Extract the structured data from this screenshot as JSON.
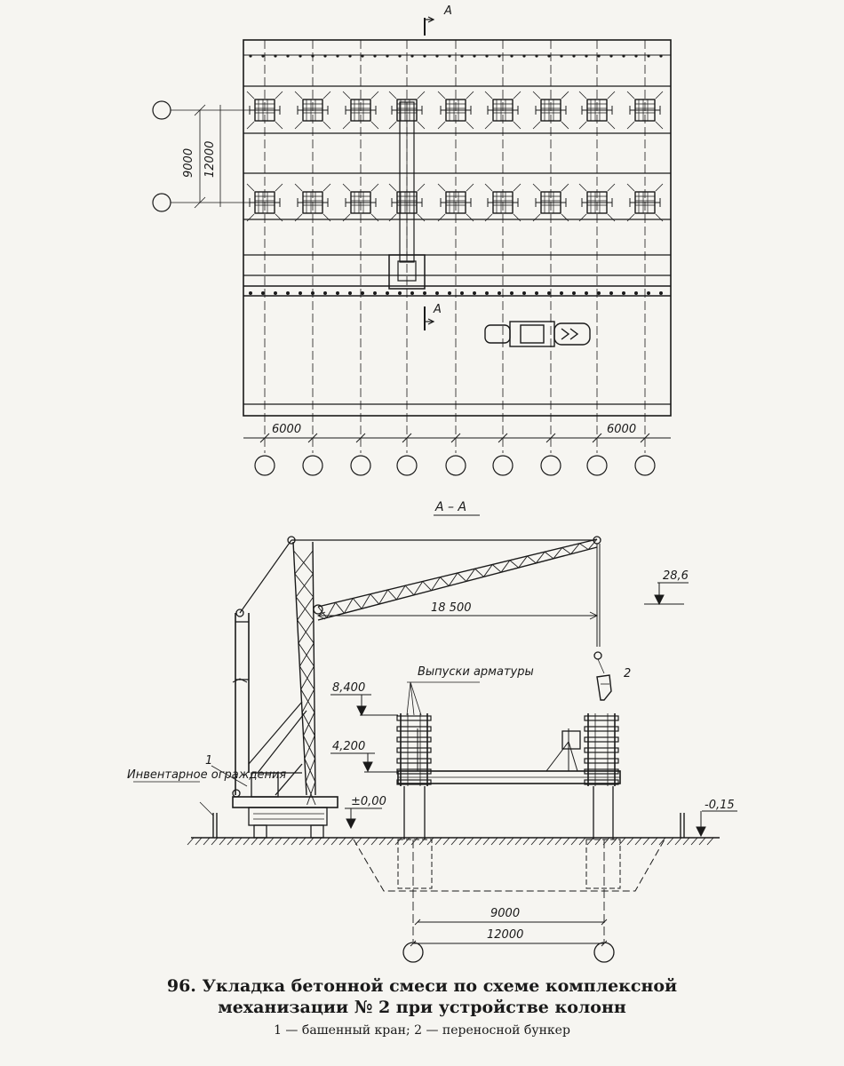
{
  "plan": {
    "section_mark": "А",
    "dim_vertical_inner": "9000",
    "dim_vertical_outer": "12000",
    "dim_bottom_left": "6000",
    "dim_bottom_right": "6000"
  },
  "section": {
    "title": "А – А",
    "boom_reach": "18 500",
    "elev_top": "28,6",
    "elev_8400": "8,400",
    "elev_4200": "4,200",
    "elev_zero": "±0,00",
    "elev_right": "-0,15",
    "label_rebar": "Выпуски арматуры",
    "label_fence": "Инвентарное ограждения",
    "callout_1": "1",
    "callout_2": "2",
    "dim_inner": "9000",
    "dim_outer": "12000"
  },
  "caption": {
    "title": "96. Укладка бетонной смеси по схеме комплексной механизации № 2 при устройстве колонн",
    "legend": "1 — башенный кран; 2 — переносной бункер"
  }
}
